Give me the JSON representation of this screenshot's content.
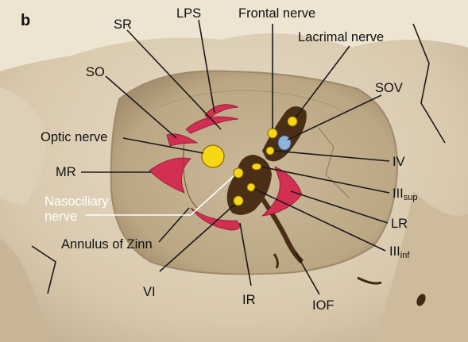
{
  "panel_letter": "b",
  "labels": {
    "sr": "SR",
    "lps": "LPS",
    "frontal_nerve": "Frontal nerve",
    "lacrimal_nerve": "Lacrimal nerve",
    "so": "SO",
    "sov": "SOV",
    "optic_nerve": "Optic nerve",
    "iv": "IV",
    "mr": "MR",
    "nasociliary_1": "Nasociliary",
    "nasociliary_2": "nerve",
    "iii_sup": "III",
    "iii_sup_sub": "sup",
    "lr": "LR",
    "annulus": "Annulus of Zinn",
    "iii_inf": "III",
    "iii_inf_sub": "inf",
    "vi": "VI",
    "ir": "IR",
    "iof": "IOF"
  },
  "colors": {
    "bone_light": "#efe6d6",
    "bone_mid": "#d4c6ad",
    "bone_dark": "#a89578",
    "cavity": "#c9b89a",
    "muscle": "#d32f52",
    "nerve": "#f7d615",
    "nerve_stroke": "#8a6a00",
    "vein": "#8fb3dc",
    "fissure": "#4a2e15"
  }
}
